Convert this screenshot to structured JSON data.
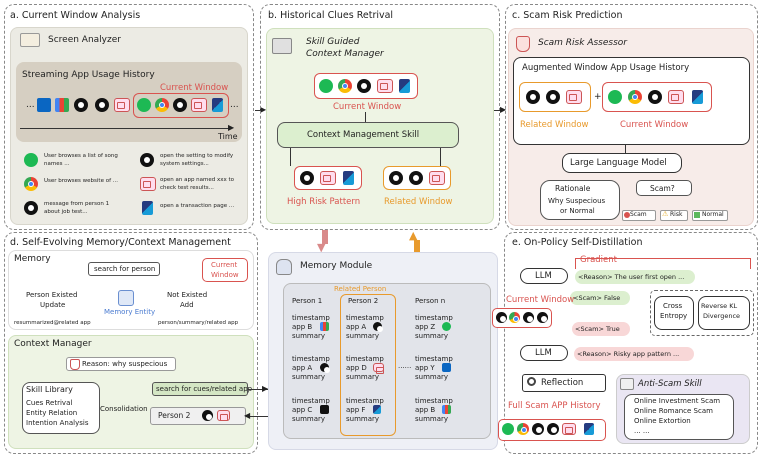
{
  "panels": {
    "a": {
      "title": "a. Current Window Analysis"
    },
    "b": {
      "title": "b. Historical Clues Retrival"
    },
    "c": {
      "title": "c. Scam Risk Prediction"
    },
    "d": {
      "title": "d. Self-Evolving Memory/Context Management"
    },
    "e": {
      "title": "e. On-Policy Self-Distillation"
    }
  },
  "a": {
    "screen_analyzer": "Screen Analyzer",
    "streaming_title": "Streaming App Usage History",
    "current_window": "Current Window",
    "time": "Time",
    "dots_left": "...",
    "dots_right": "...",
    "legend": [
      {
        "icon": "spotify-icon",
        "text": "User browses a list of song names ..."
      },
      {
        "icon": "settings-gear-icon",
        "text": "open the setting to modify system settings..."
      },
      {
        "icon": "chrome-icon",
        "text": "User browses website of ..."
      },
      {
        "icon": "scam-app-icon",
        "text": "open an app named xxx to check test results..."
      },
      {
        "icon": "whatsapp-icon",
        "text": "message from person 1 about job test..."
      },
      {
        "icon": "paypal-icon",
        "text": "open a transaction page ..."
      }
    ]
  },
  "b": {
    "manager_title_1": "Skill Guided",
    "manager_title_2": "Context Manager",
    "current_window": "Current Window",
    "skill": "Context Management Skill",
    "high_risk": "High Risk Pattern",
    "related_window": "Related Window",
    "memory_module": "Memory Module",
    "related_person": "Related Person",
    "columns": [
      {
        "name": "Person 1",
        "rows": [
          [
            "timestamp",
            "app B",
            "summary"
          ],
          [
            "timestamp",
            "app A",
            "summary"
          ],
          [
            "timestamp",
            "app C",
            "summary"
          ]
        ]
      },
      {
        "name": "Person 2",
        "rows": [
          [
            "timestamp",
            "app A",
            "summary"
          ],
          [
            "timestamp",
            "app D",
            "summary"
          ],
          [
            "timestamp",
            "app F",
            "summary"
          ]
        ]
      },
      {
        "name": "Person n",
        "rows": [
          [
            "timestamp",
            "app Z",
            "summary"
          ],
          [
            "timestamp",
            "app Y",
            "summary"
          ],
          [
            "timestamp",
            "app B",
            "summary"
          ]
        ]
      }
    ],
    "ellipsis": "......"
  },
  "c": {
    "assessor": "Scam Risk Assessor",
    "augmented": "Augmented Window App Usage History",
    "plus": "+",
    "related_window": "Related Window",
    "current_window": "Current Window",
    "llm": "Large Language Model",
    "rationale": "Rationale",
    "why": "Why Suspecious",
    "or_normal": "or Normal",
    "scam_q": "Scam?",
    "tags": [
      "Scam",
      "Risk",
      "Normal"
    ]
  },
  "d": {
    "memory": "Memory",
    "search_person": "search for person",
    "current_window_1": "Current",
    "current_window_2": "Window",
    "existed_1": "Person Existed",
    "existed_2": "Update",
    "not_existed_1": "Not Existed",
    "not_existed_2": "Add",
    "memory_entity": "Memory Entity",
    "resummarize": "resummarized@related app",
    "person_summary": "person/summary/related app",
    "context_manager": "Context Manager",
    "reason": "Reason: why suspecious",
    "search_cues": "search for cues/related app",
    "skill_library": "Skill Library",
    "skills": [
      "Cues Retrival",
      "Entity Relation",
      "Intention Analysis"
    ],
    "consolidation": "Consolidation",
    "person2": "Person 2"
  },
  "e": {
    "gradient": "Gradient",
    "llm_top": "LLM",
    "llm_bottom": "LLM",
    "reason_top": "<Reason> The user first open ...",
    "scam_false": "<Scam> False",
    "current_window": "Current Window",
    "scam_true": "<Scam> True",
    "reason_bottom": "<Reason> Risky app pattern ...",
    "cross_entropy_1": "Cross",
    "cross_entropy_2": "Entropy",
    "kl_1": "Reverse KL",
    "kl_2": "Divergence",
    "reflection": "Reflection",
    "anti_scam": "Anti-Scam Skill",
    "anti_items": [
      "Online Investment Scam",
      "Online Romance Scam",
      "Online Extortion",
      "... ..."
    ],
    "full_history": "Full Scam APP History"
  }
}
